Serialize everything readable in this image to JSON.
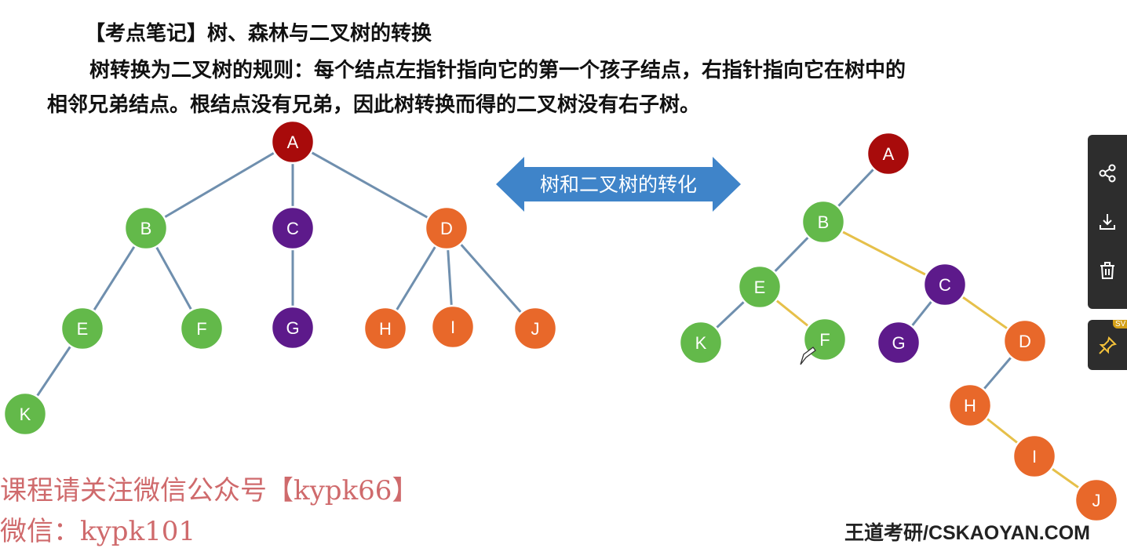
{
  "title": "【考点笔记】树、森林与二叉树的转换",
  "paragraph": {
    "line1": "树转换为二叉树的规则：每个结点左指针指向它的第一个孩子结点，右指针指向它在树中的",
    "line2": "相邻兄弟结点。根结点没有兄弟，因此树转换而得的二叉树没有右子树。"
  },
  "arrow_label": "树和二叉树的转化",
  "colors": {
    "red": "#a80b0b",
    "green": "#63b94a",
    "purple": "#5d1a8b",
    "orange": "#e8682a",
    "edge_blue": "#6f8fae",
    "edge_yellow": "#e6c04a",
    "arrow_blue": "#3f84c9"
  },
  "tree_left": {
    "nodes": [
      {
        "id": "A",
        "label": "A",
        "color": "red"
      },
      {
        "id": "B",
        "label": "B",
        "color": "green"
      },
      {
        "id": "C",
        "label": "C",
        "color": "purple"
      },
      {
        "id": "D",
        "label": "D",
        "color": "orange"
      },
      {
        "id": "E",
        "label": "E",
        "color": "green"
      },
      {
        "id": "F",
        "label": "F",
        "color": "green"
      },
      {
        "id": "G",
        "label": "G",
        "color": "purple"
      },
      {
        "id": "H",
        "label": "H",
        "color": "orange"
      },
      {
        "id": "I",
        "label": "I",
        "color": "orange"
      },
      {
        "id": "J",
        "label": "J",
        "color": "orange"
      },
      {
        "id": "K",
        "label": "K",
        "color": "green"
      }
    ],
    "edges": [
      [
        "A",
        "B"
      ],
      [
        "A",
        "C"
      ],
      [
        "A",
        "D"
      ],
      [
        "B",
        "E"
      ],
      [
        "B",
        "F"
      ],
      [
        "C",
        "G"
      ],
      [
        "D",
        "H"
      ],
      [
        "D",
        "I"
      ],
      [
        "D",
        "J"
      ],
      [
        "E",
        "K"
      ]
    ]
  },
  "tree_right": {
    "nodes": [
      {
        "id": "A",
        "label": "A",
        "color": "red"
      },
      {
        "id": "B",
        "label": "B",
        "color": "green"
      },
      {
        "id": "E",
        "label": "E",
        "color": "green"
      },
      {
        "id": "C",
        "label": "C",
        "color": "purple"
      },
      {
        "id": "K",
        "label": "K",
        "color": "green"
      },
      {
        "id": "F",
        "label": "F",
        "color": "green"
      },
      {
        "id": "G",
        "label": "G",
        "color": "purple"
      },
      {
        "id": "D",
        "label": "D",
        "color": "orange"
      },
      {
        "id": "H",
        "label": "H",
        "color": "orange"
      },
      {
        "id": "I",
        "label": "I",
        "color": "orange"
      },
      {
        "id": "J",
        "label": "J",
        "color": "orange"
      }
    ],
    "edges": [
      {
        "from": "A",
        "to": "B",
        "type": "left"
      },
      {
        "from": "B",
        "to": "E",
        "type": "left"
      },
      {
        "from": "B",
        "to": "C",
        "type": "right"
      },
      {
        "from": "E",
        "to": "K",
        "type": "left"
      },
      {
        "from": "E",
        "to": "F",
        "type": "right"
      },
      {
        "from": "C",
        "to": "G",
        "type": "left"
      },
      {
        "from": "C",
        "to": "D",
        "type": "right"
      },
      {
        "from": "D",
        "to": "H",
        "type": "left"
      },
      {
        "from": "H",
        "to": "I",
        "type": "right"
      },
      {
        "from": "I",
        "to": "J",
        "type": "right"
      }
    ]
  },
  "watermark": {
    "line1": "课程请关注微信公众号【kypk66】",
    "line2": "微信：kypk101"
  },
  "brand": "王道考研/CSKAOYAN.COM",
  "side_toolbar": {
    "icons": [
      "share-icon",
      "download-icon",
      "trash-icon",
      "pin-icon"
    ],
    "badge": "SV"
  }
}
